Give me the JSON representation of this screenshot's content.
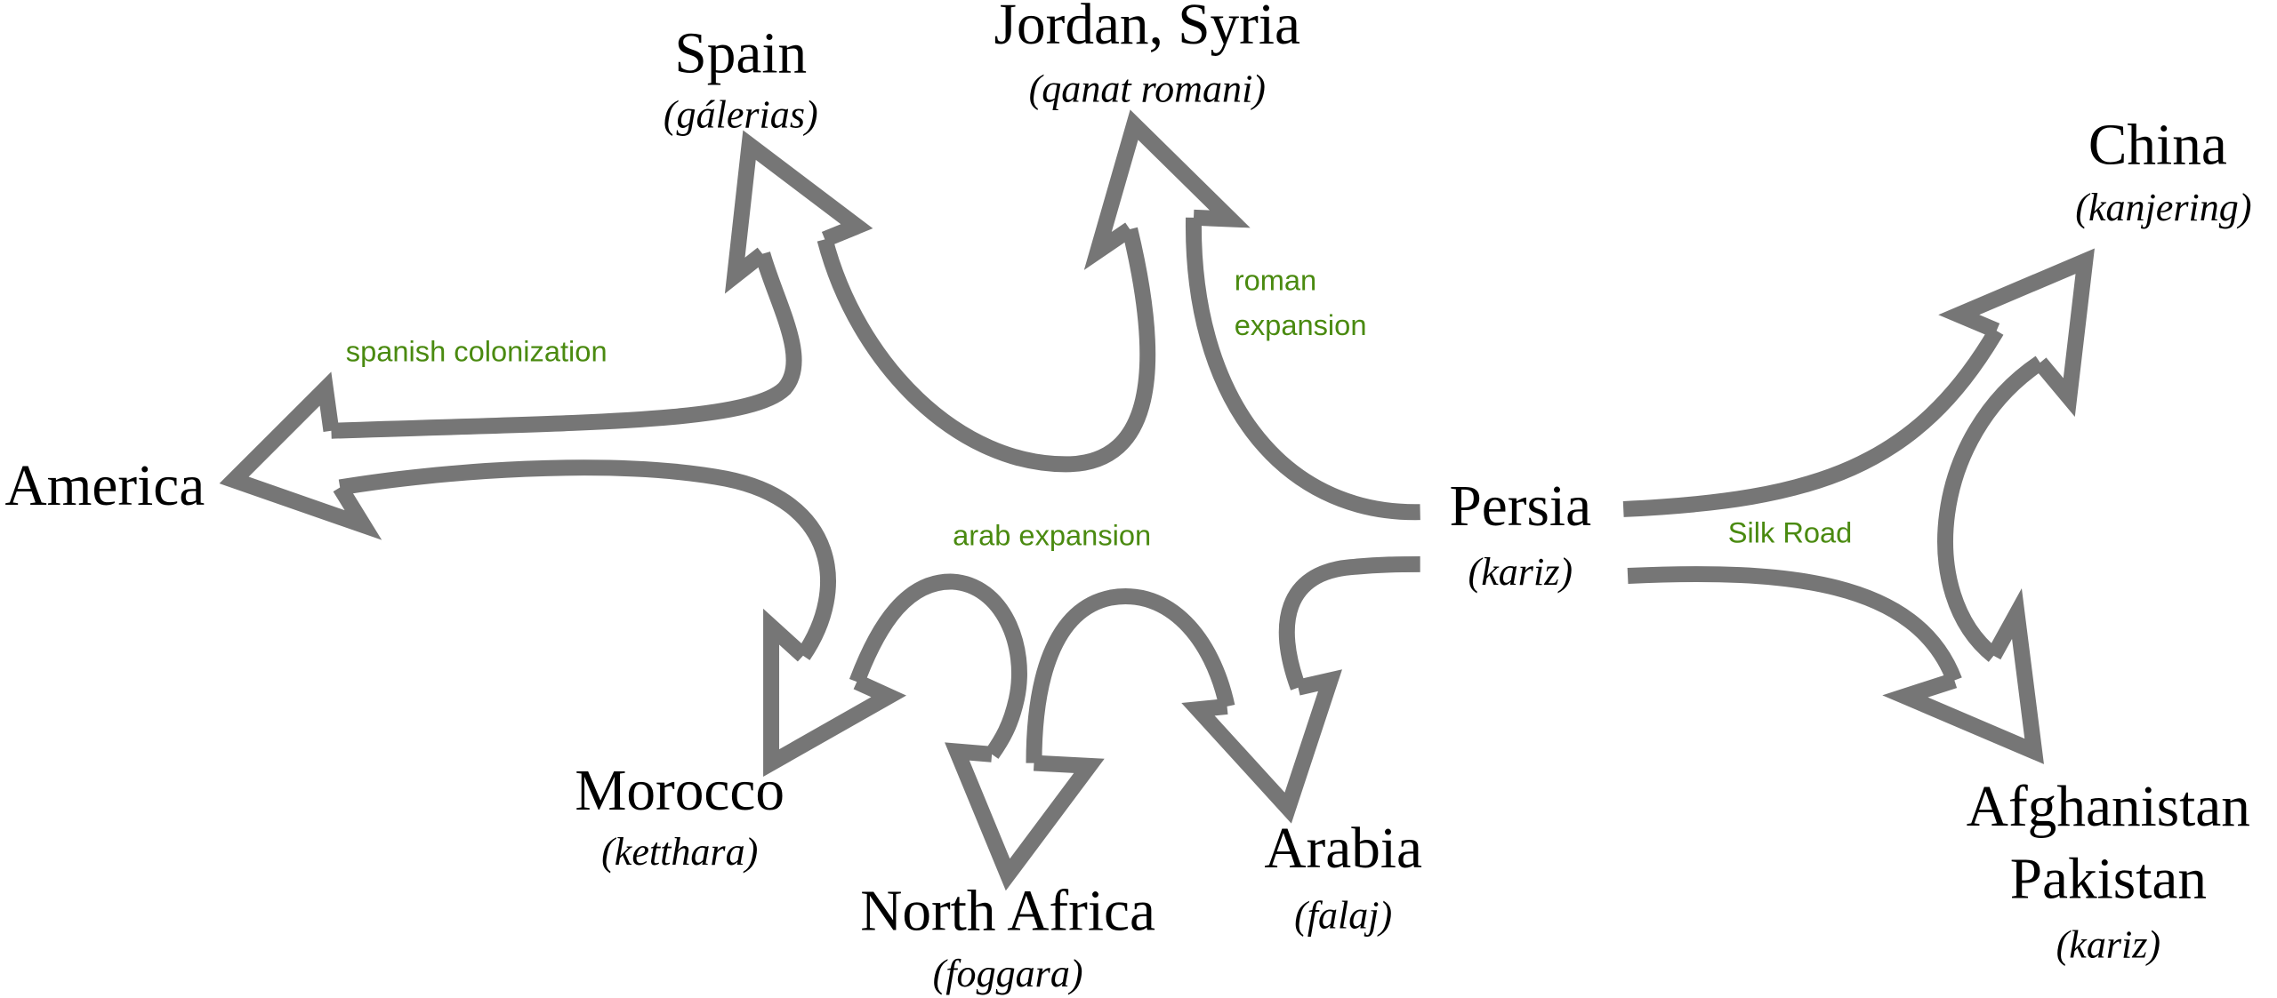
{
  "title": "Spread of qanat technology",
  "colors": {
    "arrow": "#767676",
    "route_label": "#4a8a10",
    "text": "#000000"
  },
  "places": {
    "spain": {
      "name": "Spain",
      "native": "(gálerias)"
    },
    "jordan_syria": {
      "name": "Jordan, Syria",
      "native": "(qanat romani)"
    },
    "china": {
      "name": "China",
      "native": "(kanjering)"
    },
    "america": {
      "name": "America"
    },
    "persia": {
      "name": "Persia",
      "native": "(kariz)"
    },
    "morocco": {
      "name": "Morocco",
      "native": "(ketthara)"
    },
    "north_africa": {
      "name": "North Africa",
      "native": "(foggara)"
    },
    "arabia": {
      "name": "Arabia",
      "native": "(falaj)"
    },
    "afghanistan_pakistan": {
      "name_line1": "Afghanistan",
      "name_line2": "Pakistan",
      "native": "(kariz)"
    }
  },
  "routes": {
    "spanish": "spanish colonization",
    "roman_line1": "roman",
    "roman_line2": "expansion",
    "arab": "arab expansion",
    "silk": "Silk Road"
  }
}
